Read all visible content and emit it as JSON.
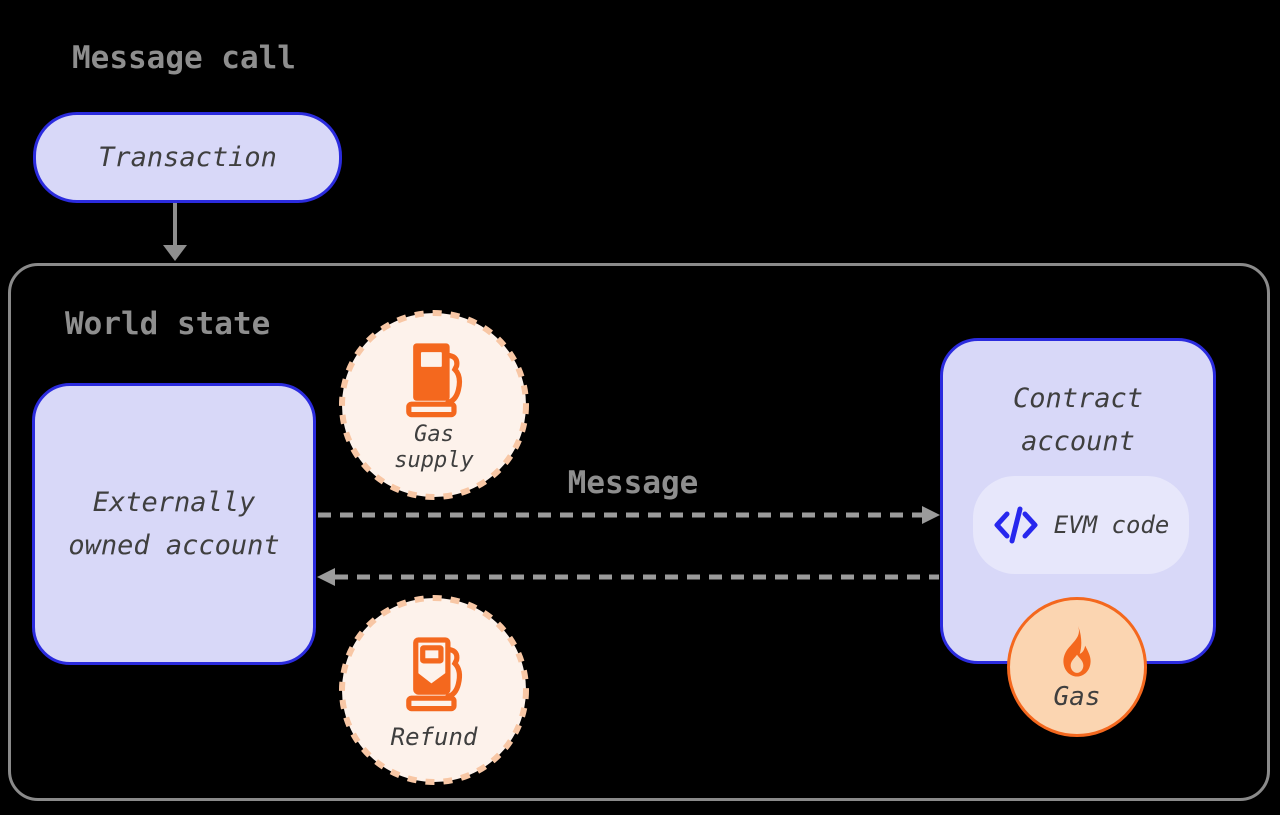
{
  "title": "Message call",
  "transaction": {
    "label": "Transaction"
  },
  "world_state": {
    "title": "World state"
  },
  "eoa": {
    "line1": "Externally",
    "line2": "owned account"
  },
  "message": {
    "label": "Message"
  },
  "gas_supply": {
    "line1": "Gas",
    "line2": "supply",
    "icon": "fuel-pump-icon"
  },
  "refund": {
    "label": "Refund",
    "icon": "fuel-pump-refund-icon"
  },
  "contract": {
    "line1": "Contract",
    "line2": "account"
  },
  "evm": {
    "label": "EVM code",
    "icon": "code-icon"
  },
  "gas": {
    "label": "Gas",
    "icon": "flame-icon"
  },
  "arrows": {
    "transaction_to_world": "down-arrow-icon",
    "message_right": "dashed-arrow-right-icon",
    "message_return_left": "dashed-arrow-left-icon"
  },
  "colors": {
    "background": "#000000",
    "heading_gray": "#8E8E8E",
    "node_fill": "#D8D8F8",
    "node_border": "#2B2BDE",
    "evm_pill_fill": "#E7E7FB",
    "code_blue": "#2727EE",
    "text_dark": "#3F3F3F",
    "arrow_gray": "#9B9B9B",
    "container_border": "#8A8A8A",
    "orange": "#F4681E",
    "peach_dash": "#F8C7A5",
    "cream_fill": "#FDF2EB",
    "gas_fill": "#FBD5B1"
  }
}
